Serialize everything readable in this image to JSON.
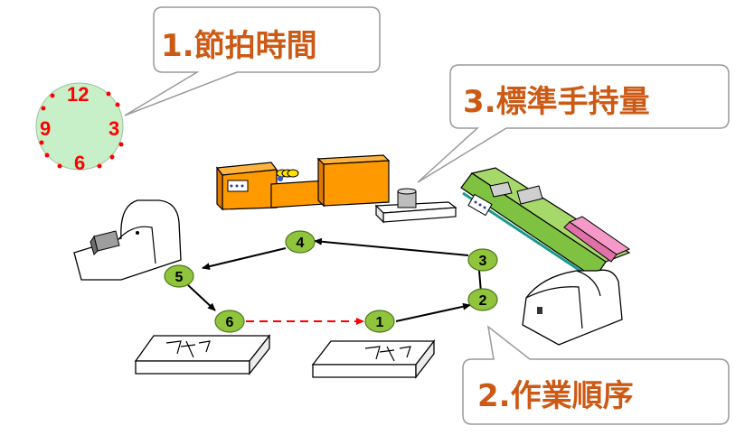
{
  "callouts": {
    "cycle_time": "1.節拍時間",
    "work_sequence": "2.作業順序",
    "standard_wip": "3.標準手持量"
  },
  "clock": {
    "n12": "12",
    "n3": "3",
    "n6": "6",
    "n9": "9"
  },
  "steps": [
    "1",
    "2",
    "3",
    "4",
    "5",
    "6"
  ],
  "colors": {
    "callout_text": "#cc5a14",
    "clock_face": "#c8f0c8",
    "clock_digits": "#ff0000",
    "step_node": "#8fc43c",
    "machine_orange": "#ff9900",
    "machine_green": "#7fc241",
    "pink": "#f59ac8",
    "return_arrow": "#ff0000"
  }
}
